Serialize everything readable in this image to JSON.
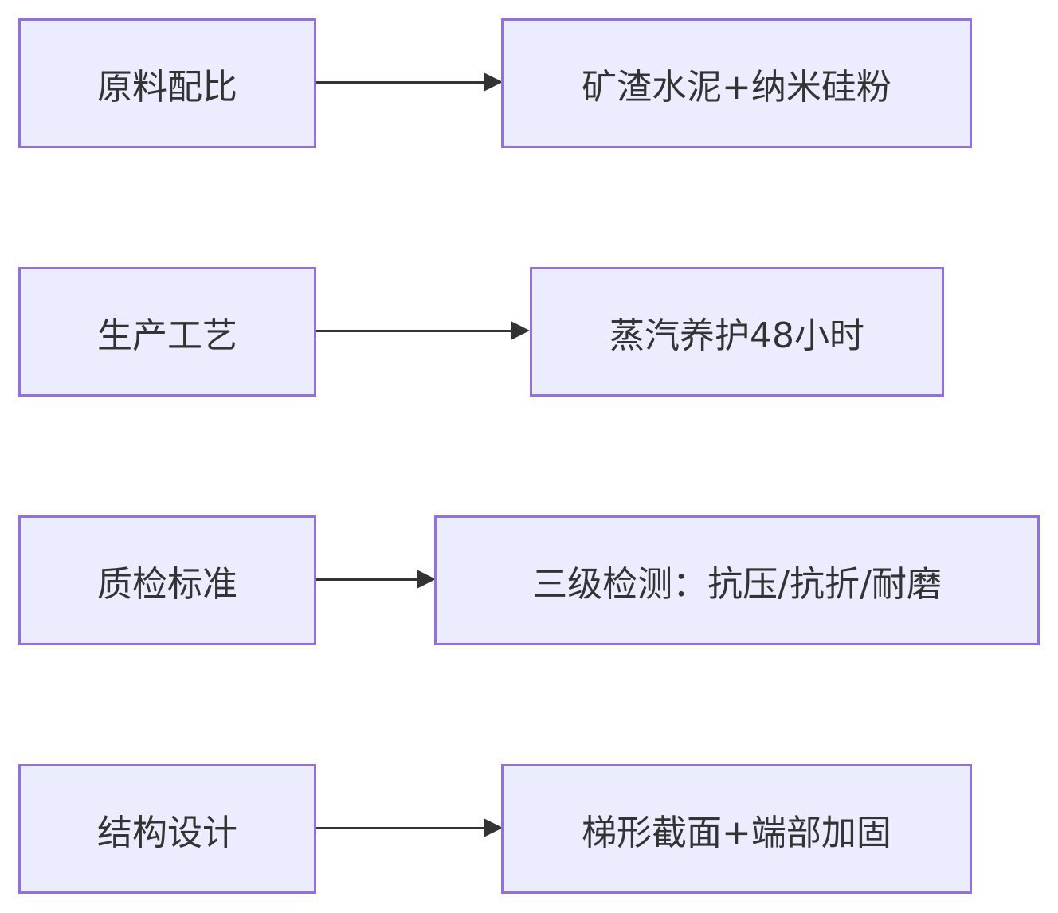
{
  "diagram": {
    "rows": [
      {
        "left": "原料配比",
        "right": "矿渣水泥+纳米硅粉"
      },
      {
        "left": "生产工艺",
        "right": "蒸汽养护48小时"
      },
      {
        "left": "质检标准",
        "right": "三级检测：抗压/抗折/耐磨"
      },
      {
        "left": "结构设计",
        "right": "梯形截面+端部加固"
      }
    ]
  },
  "colors": {
    "node_fill": "#ECECFF",
    "node_border": "#9370DB",
    "edge": "#333333",
    "text": "#333333"
  }
}
